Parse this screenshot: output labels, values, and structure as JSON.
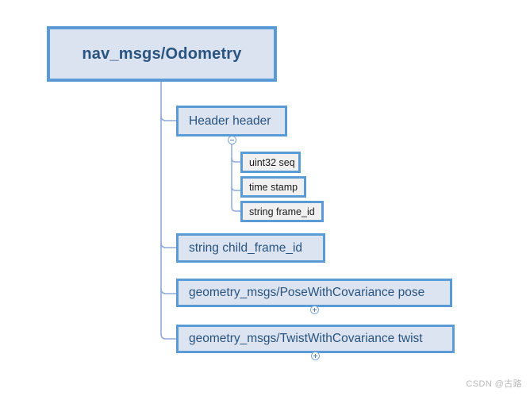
{
  "diagram": {
    "title": "nav_msgs/Odometry",
    "root": {
      "label": "nav_msgs/Odometry"
    },
    "branches": [
      {
        "label": "Header header",
        "toggle": "minus",
        "children": [
          {
            "label": "uint32 seq"
          },
          {
            "label": "time stamp"
          },
          {
            "label": "string frame_id"
          }
        ]
      },
      {
        "label": "string child_frame_id",
        "toggle": "none",
        "children": []
      },
      {
        "label": "geometry_msgs/PoseWithCovariance pose",
        "toggle": "plus",
        "children": []
      },
      {
        "label": "geometry_msgs/TwistWithCovariance twist",
        "toggle": "plus",
        "children": []
      }
    ]
  },
  "colors": {
    "border": "#5b9bd5",
    "node_fill": "#dce3f0",
    "leaf_fill": "#f0f0f0",
    "text": "#29547f",
    "leaf_text": "#1a1a1a",
    "connector": "#8faadc",
    "background": "#ffffff"
  },
  "watermark": {
    "text": "CSDN @古路"
  }
}
